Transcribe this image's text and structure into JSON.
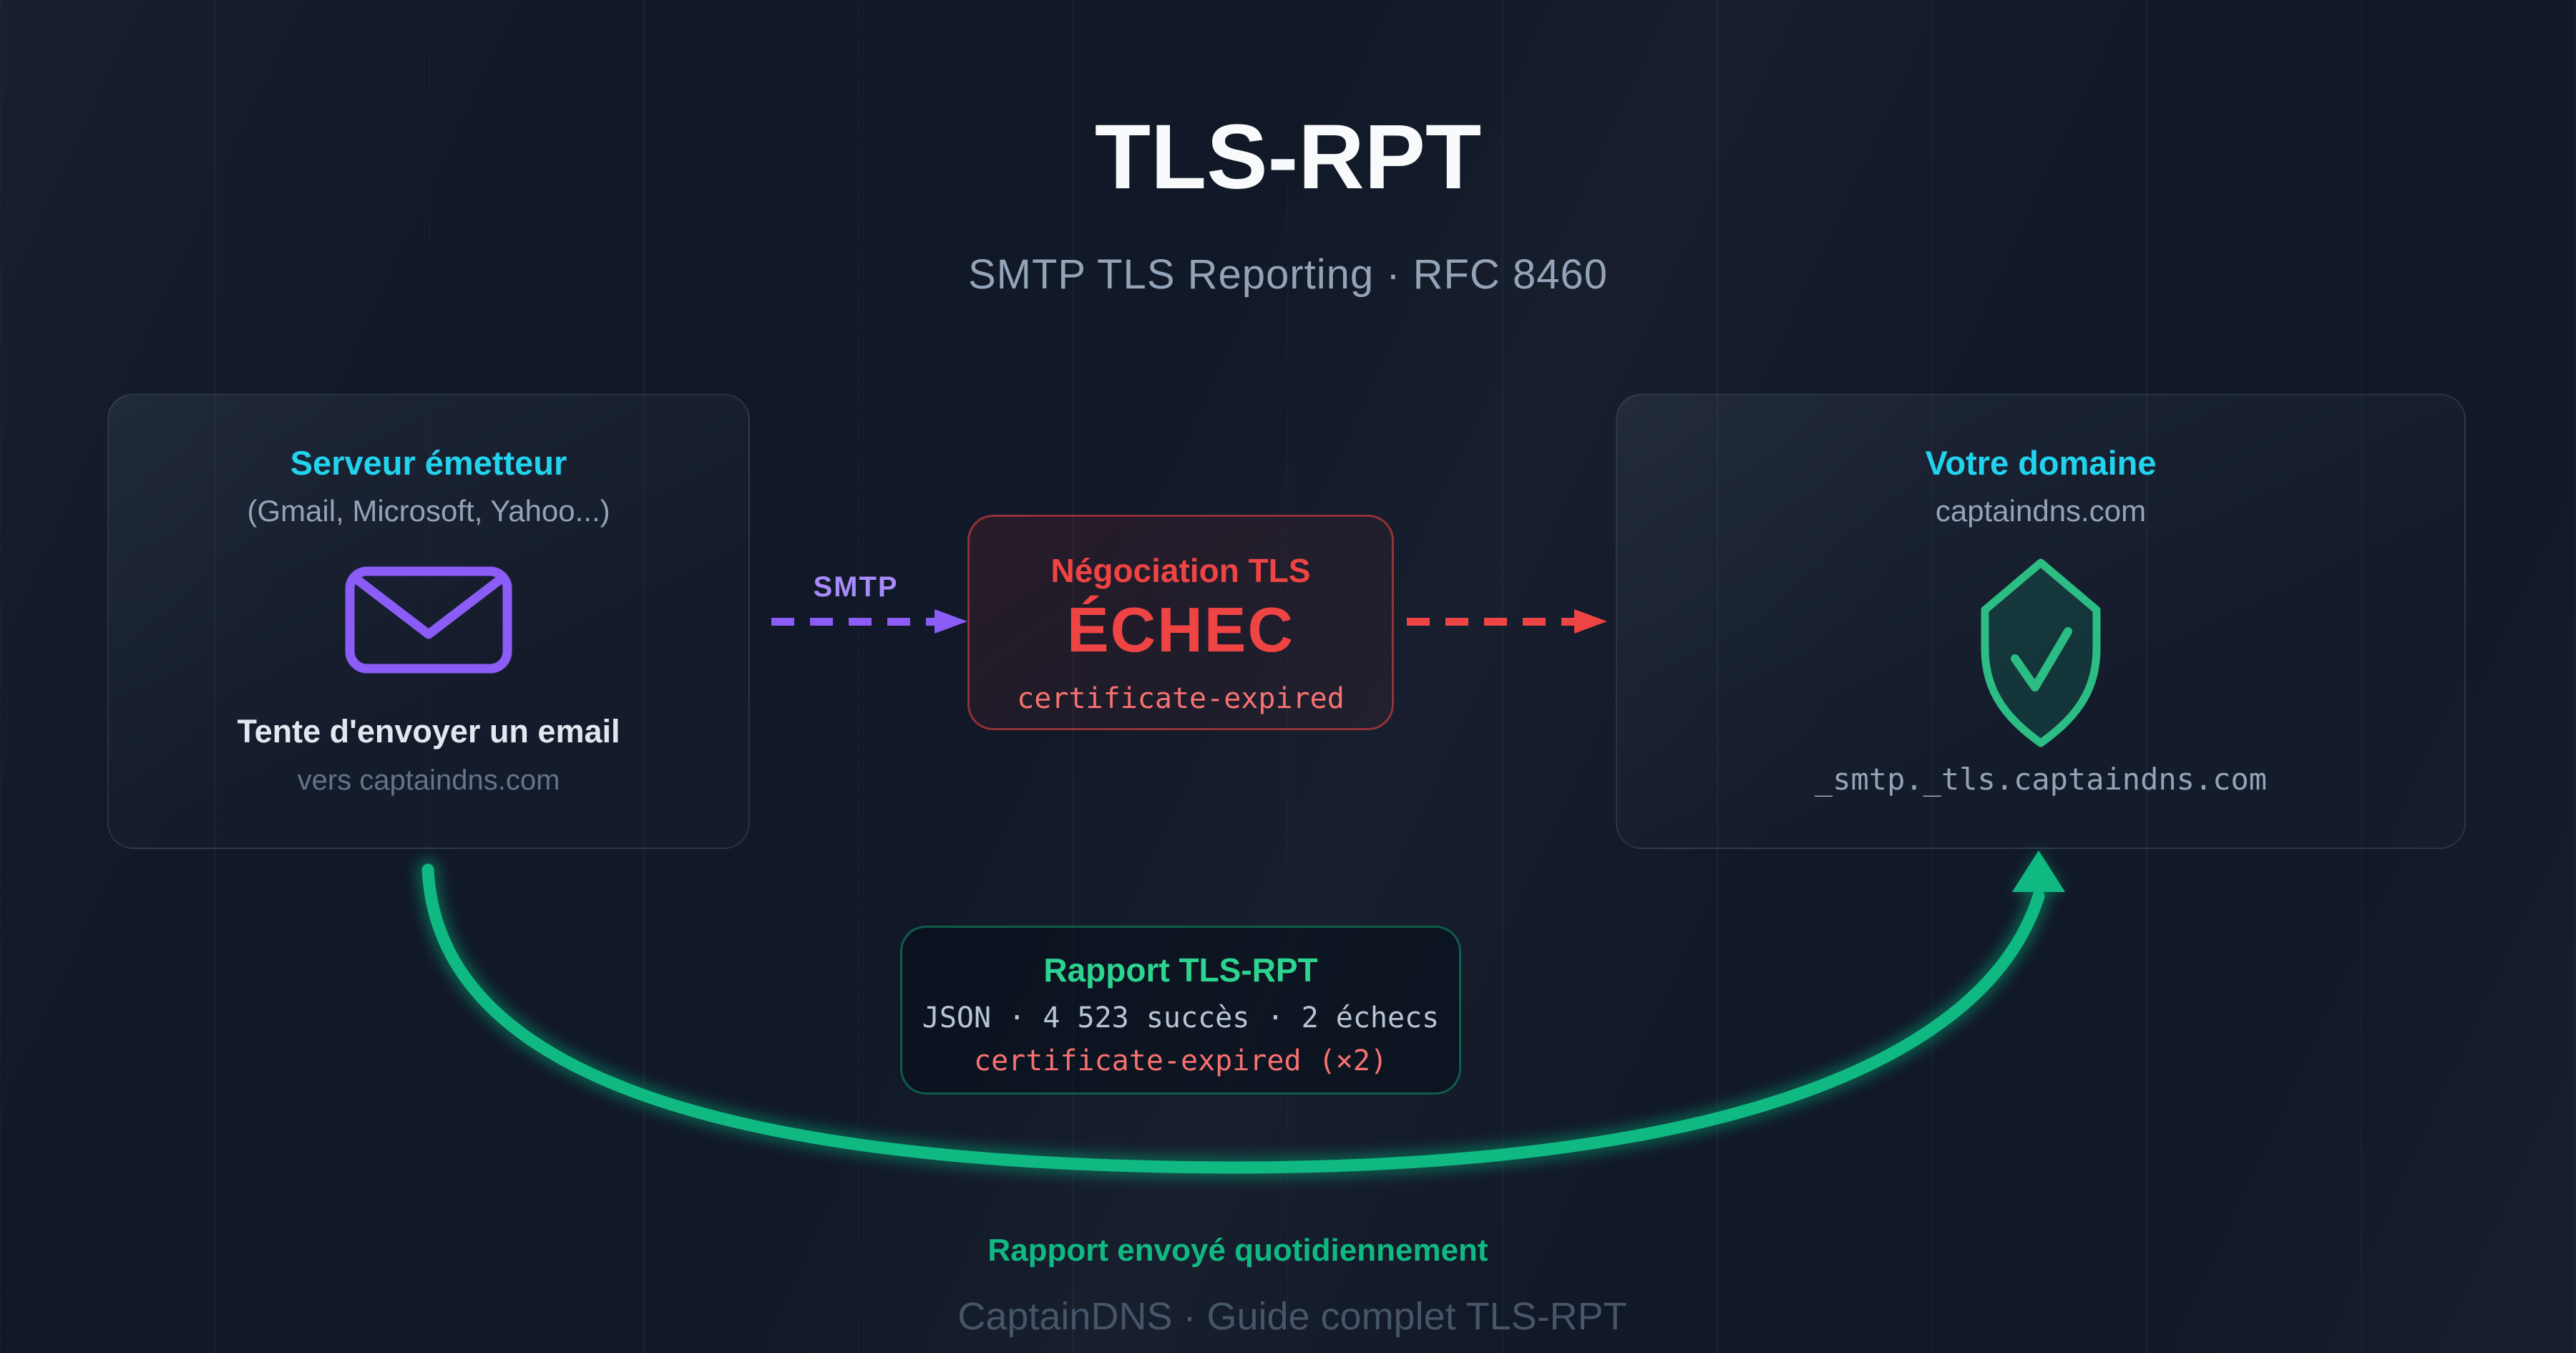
{
  "page": {
    "title": "TLS-RPT",
    "subtitle": "SMTP TLS Reporting · RFC 8460"
  },
  "sender_card": {
    "title": "Serveur émetteur",
    "subtitle": "(Gmail, Microsoft, Yahoo...)",
    "icon": "envelope-icon",
    "action": "Tente d'envoyer un email",
    "target": "vers captaindns.com"
  },
  "smtp_arrow": {
    "label": "SMTP"
  },
  "tls_failure": {
    "title": "Négociation TLS",
    "status": "ÉCHEC",
    "reason": "certificate-expired"
  },
  "domain_card": {
    "title": "Votre domaine",
    "domain": "captaindns.com",
    "icon": "shield-check-icon",
    "dns_record": "_smtp._tls.captaindns.com"
  },
  "report": {
    "title": "Rapport TLS-RPT",
    "summary": "JSON · 4 523 succès · 2 échecs",
    "failure_detail": "certificate-expired (×2)",
    "frequency_caption": "Rapport envoyé quotidiennement"
  },
  "footer": {
    "text": "CaptainDNS · Guide complet TLS-RPT"
  },
  "colors": {
    "background": "#111827",
    "accent_cyan": "#22d3ee",
    "accent_purple": "#8b5cf6",
    "purple_light": "#a78bfa",
    "accent_red": "#ef4444",
    "red_light": "#f87171",
    "accent_green": "#10b981",
    "green_bright": "#2dd48f",
    "text_primary": "#f8fafc",
    "text_muted": "#94a3b8",
    "text_dim": "#64748b",
    "footer_text": "#475569"
  }
}
